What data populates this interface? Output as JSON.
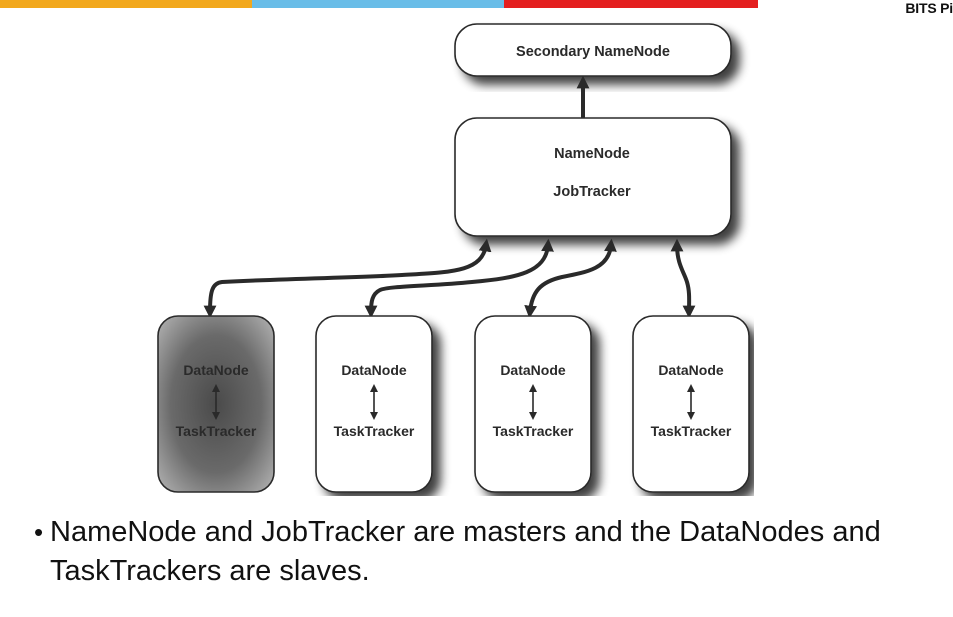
{
  "header": {
    "title_fragment": "BITS Pi",
    "bar_colors": [
      "#f2a81d",
      "#69bde8",
      "#e41f1f"
    ]
  },
  "diagram": {
    "secondary_namenode": "Secondary NameNode",
    "master": {
      "line1": "NameNode",
      "line2": "JobTracker"
    },
    "slaves": [
      {
        "top": "DataNode",
        "bottom": "TaskTracker",
        "style": "shaded"
      },
      {
        "top": "DataNode",
        "bottom": "TaskTracker",
        "style": "normal"
      },
      {
        "top": "DataNode",
        "bottom": "TaskTracker",
        "style": "normal"
      },
      {
        "top": "DataNode",
        "bottom": "TaskTracker",
        "style": "normal"
      }
    ]
  },
  "bullet": {
    "symbol": "•",
    "text": "NameNode and JobTracker are masters and the DataNodes and TaskTrackers are slaves."
  }
}
